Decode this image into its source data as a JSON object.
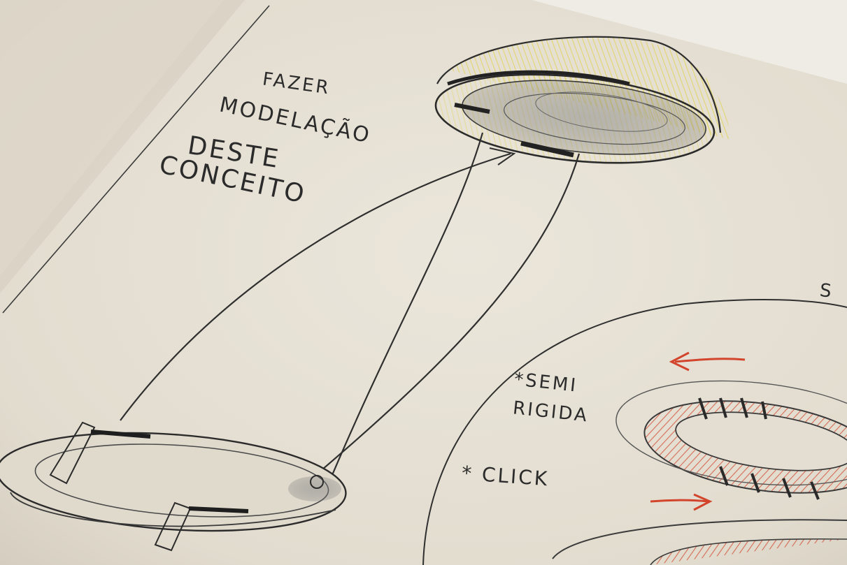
{
  "sketchbook": {
    "handwritten_notes": {
      "line1": "FAZER",
      "line2": "MODELAÇÃO",
      "line3": "DESTE",
      "line4": "CONCEITO",
      "semi": "*SEMI",
      "rigida": "RIGIDA",
      "click": "* CLICK",
      "corner_fragment": "S"
    },
    "colors": {
      "paper": "#e6e0d4",
      "pencil": "#2e2e2e",
      "yellow_pencil": "#e0d24a",
      "red_pencil": "#d2452c"
    }
  }
}
